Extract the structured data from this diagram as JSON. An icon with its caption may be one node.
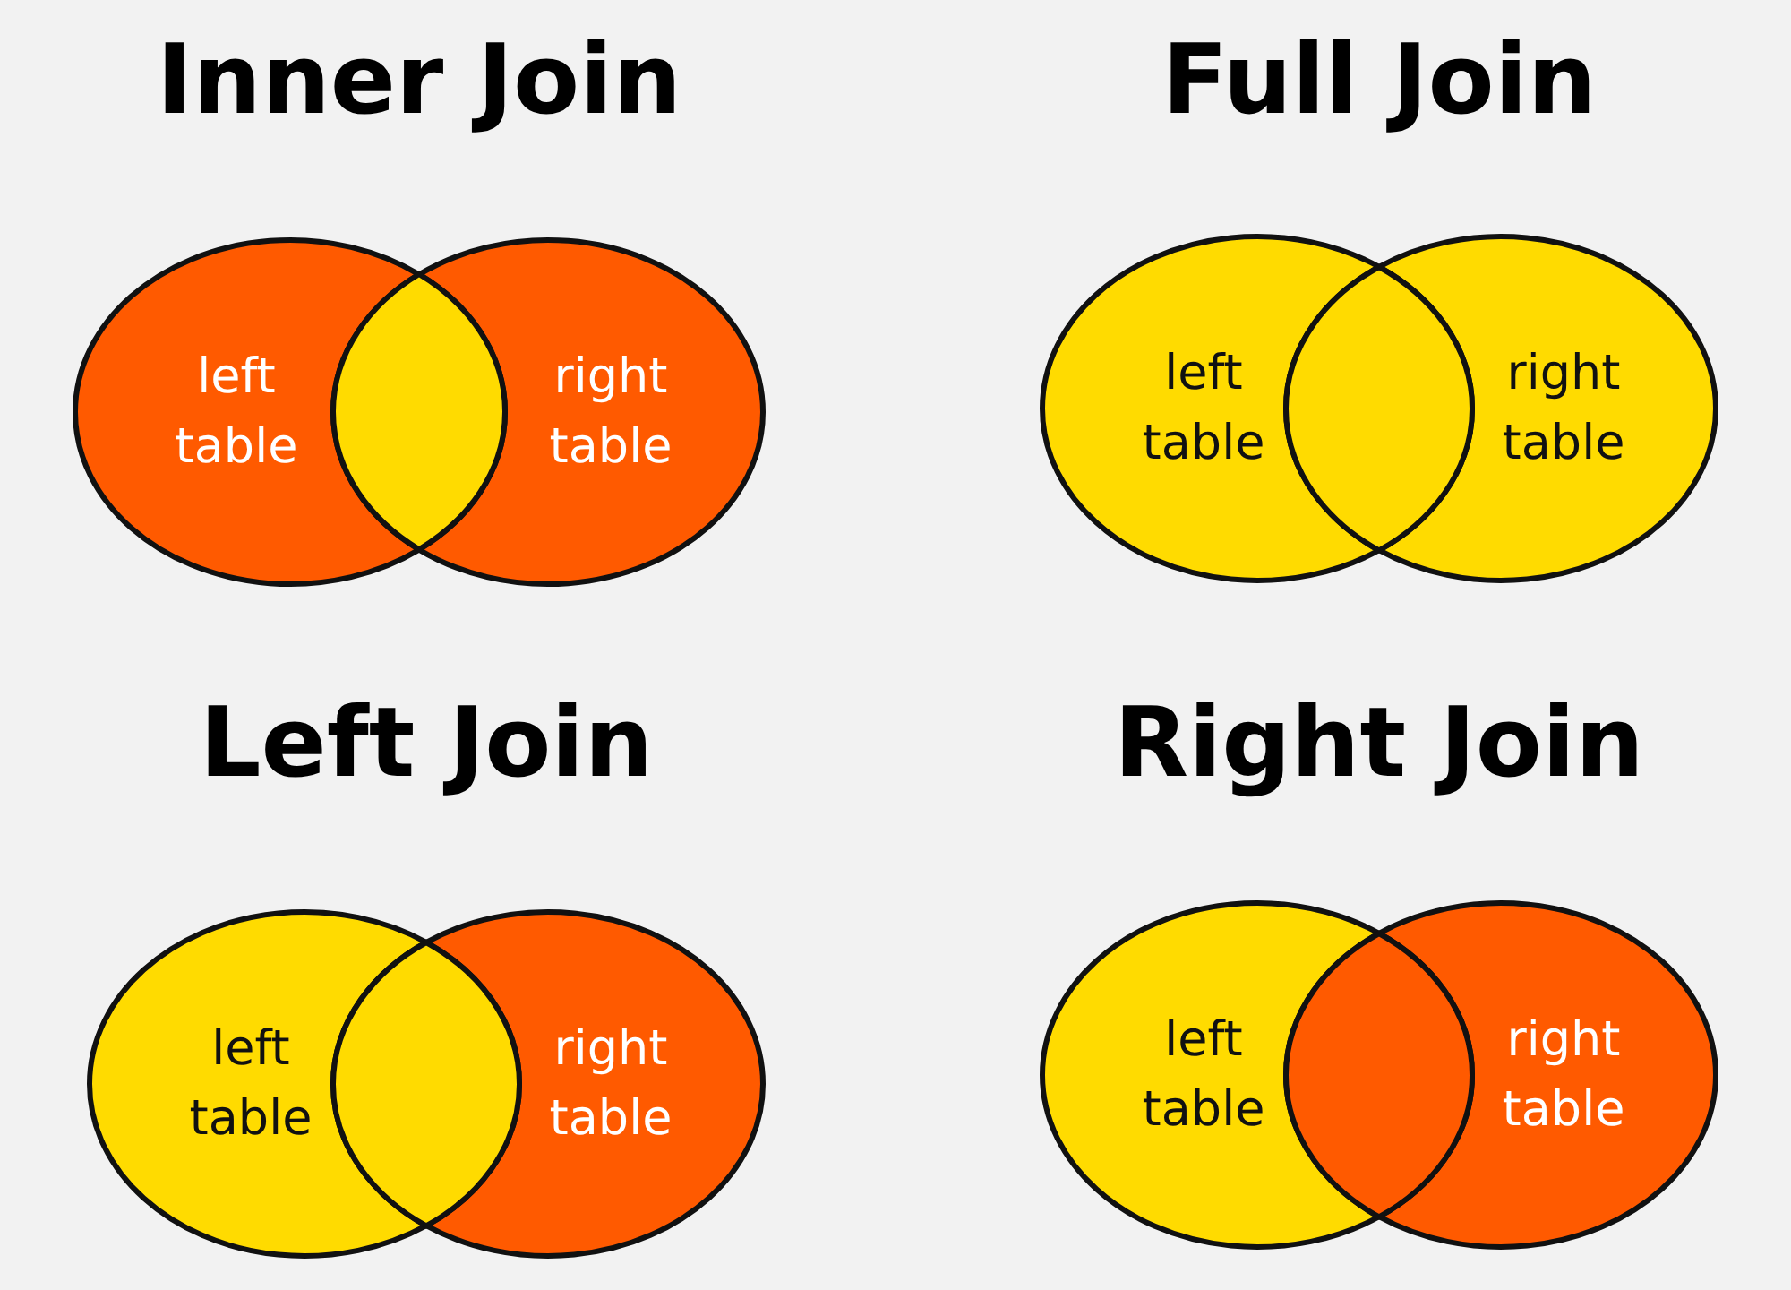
{
  "diagram": {
    "nodes": [
      {
        "text": [
          "left table"
        ]
      },
      {
        "text": [
          "right table"
        ]
      },
      {
        "text": [],
        "shape": "lens"
      },
      {
        "text": [
          "left table"
        ]
      },
      {
        "text": [
          "right table"
        ]
      },
      {
        "text": [],
        "shape": "lens"
      },
      {
        "text": [
          "left table"
        ]
      },
      {
        "text": [
          "right table"
        ]
      },
      {
        "text": [],
        "shape": "lens"
      },
      {
        "text": [
          "left table"
        ]
      },
      {
        "text": [
          "right table"
        ]
      },
      {
        "text": [],
        "shape": "lens"
      }
    ],
    "labels": [
      "Inner Join",
      "Full Join",
      "Left Join",
      "Right Join"
    ]
  }
}
